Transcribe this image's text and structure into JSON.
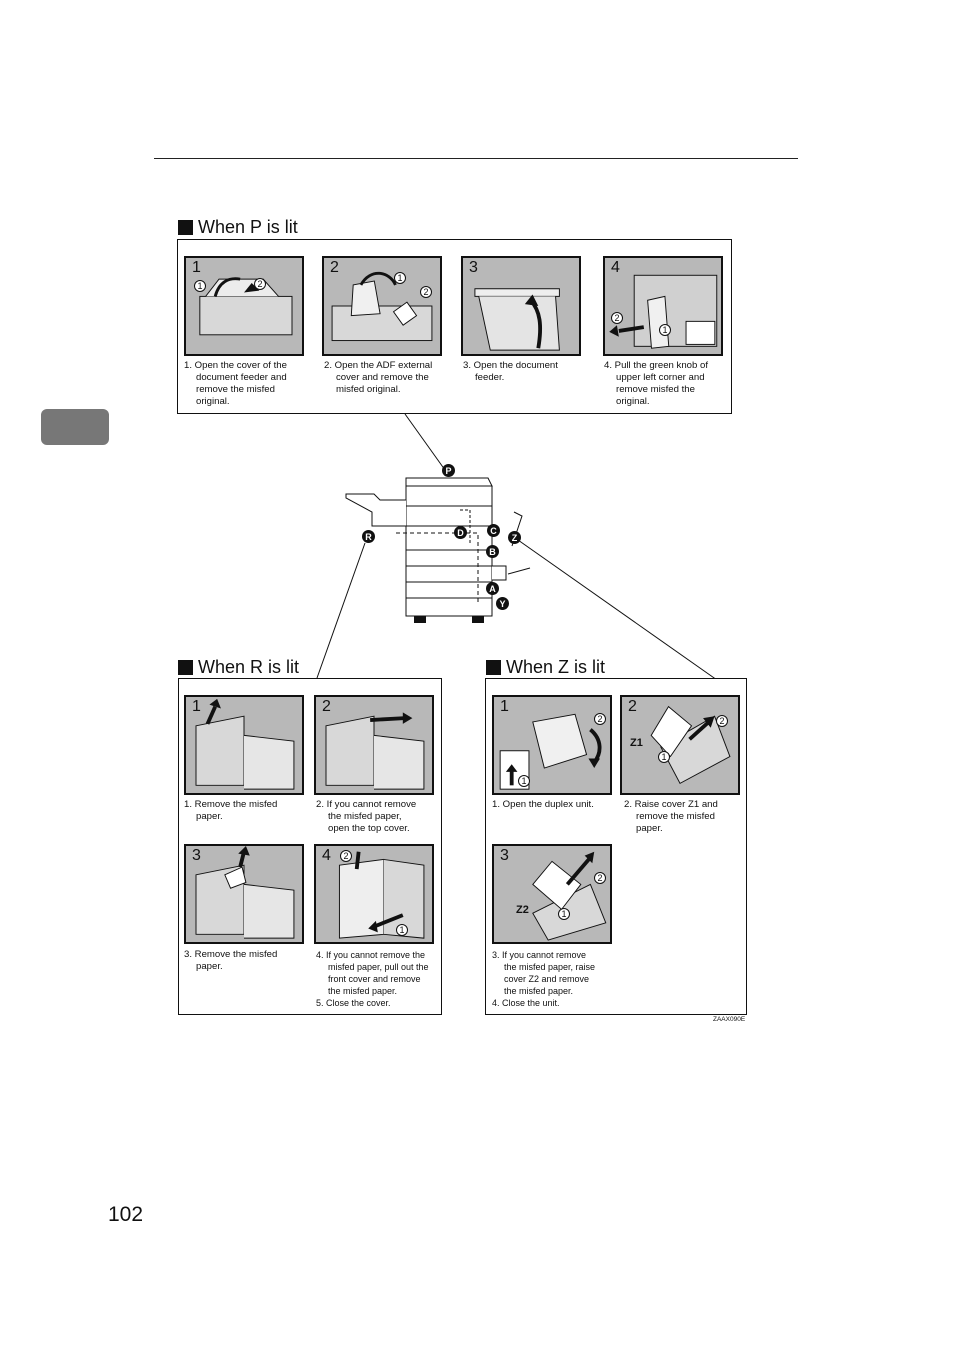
{
  "page_number": "102",
  "figure_code": "ZAAX090E",
  "sections": {
    "p": {
      "heading": "When P is lit",
      "steps": [
        {
          "num": "1",
          "caption": [
            "1. Open the cover of the",
            "document feeder and",
            "remove the misfed",
            "original."
          ]
        },
        {
          "num": "2",
          "caption": [
            "2. Open the ADF external",
            "cover and remove the",
            "misfed original."
          ]
        },
        {
          "num": "3",
          "caption": [
            "3. Open the document",
            "feeder."
          ]
        },
        {
          "num": "4",
          "caption": [
            "4. Pull the green knob of",
            "upper left corner and",
            "remove misfed the",
            "original."
          ]
        }
      ]
    },
    "r": {
      "heading": "When R is lit",
      "steps": [
        {
          "num": "1",
          "caption": [
            "1. Remove the misfed",
            "paper."
          ]
        },
        {
          "num": "2",
          "caption": [
            "2. If you cannot remove",
            "the misfed paper,",
            "open the top cover."
          ]
        },
        {
          "num": "3",
          "caption": [
            "3. Remove the misfed",
            "paper."
          ]
        },
        {
          "num": "4",
          "caption": [
            "4. If you cannot remove the",
            "misfed paper, pull out the",
            "front cover and remove",
            "the misfed paper.",
            "5. Close the cover."
          ]
        }
      ]
    },
    "z": {
      "heading": "When Z is lit",
      "steps": [
        {
          "num": "1",
          "caption": [
            "1. Open the duplex unit."
          ]
        },
        {
          "num": "2",
          "caption": [
            "2. Raise cover Z1 and",
            "remove the misfed",
            "paper."
          ],
          "label": "Z1"
        },
        {
          "num": "3",
          "caption": [
            "3. If you cannot remove",
            "the misfed paper, raise",
            "cover Z2 and remove",
            "the misfed paper.",
            "4. Close the unit."
          ],
          "label": "Z2"
        }
      ]
    }
  },
  "circled": {
    "one": "1",
    "two": "2"
  },
  "machine_labels": {
    "p": "P",
    "r": "R",
    "d": "D",
    "c": "C",
    "z": "Z",
    "b": "B",
    "a": "A",
    "y": "Y"
  }
}
